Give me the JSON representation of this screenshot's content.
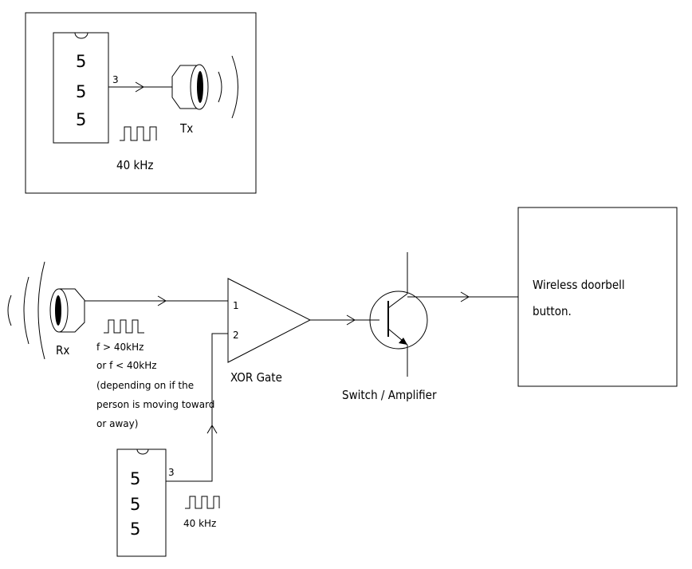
{
  "transmitter": {
    "chip_digits": [
      "5",
      "5",
      "5"
    ],
    "pin": "3",
    "tx_label": "Tx",
    "freq_label": "40 kHz"
  },
  "receiver": {
    "rx_label": "Rx",
    "freq_lines": [
      "f > 40kHz",
      "or f < 40kHz",
      "(depending on if the",
      "person is moving toward",
      "or away)"
    ]
  },
  "xor_gate": {
    "label": "XOR Gate",
    "pin1": "1",
    "pin2": "2"
  },
  "local_oscillator": {
    "chip_digits": [
      "5",
      "5",
      "5"
    ],
    "pin": "3",
    "freq_label": "40 kHz"
  },
  "switch": {
    "label": "Switch / Amplifier"
  },
  "doorbell": {
    "lines": [
      "Wireless doorbell",
      "button."
    ]
  }
}
